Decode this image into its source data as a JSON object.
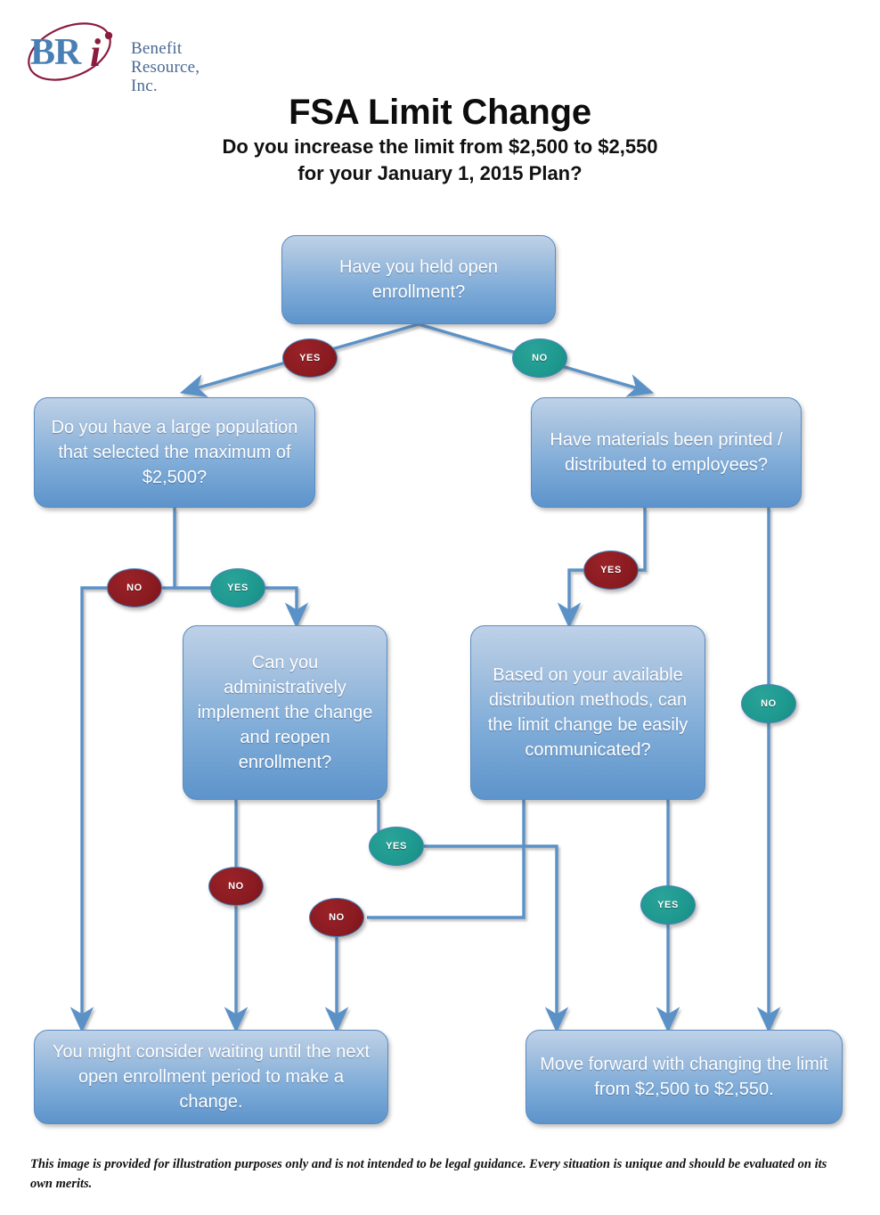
{
  "brand": {
    "logo_mark": "BRi",
    "logo_name": "Benefit Resource, Inc.",
    "logo_line1": "Benefit",
    "logo_line2": "Resource,",
    "logo_line3": "Inc.",
    "mark_br": "BR",
    "mark_i": "i",
    "color_blue": "#4a7fb5",
    "color_maroon": "#8b1c3f"
  },
  "header": {
    "title": "FSA Limit Change",
    "subtitle_line1": "Do you increase the limit from $2,500 to $2,550",
    "subtitle_line2": "for your January 1, 2015 Plan?"
  },
  "theme": {
    "box_fill_top": "#bed1e8",
    "box_fill_bottom": "#5d94cb",
    "box_border": "#5a8cc0",
    "connector": "#5a92c8",
    "badge_yes_red": "#8b1c22",
    "badge_no_teal": "#1f9a90",
    "text_on_box": "#ffffff"
  },
  "flow": {
    "nodes": [
      {
        "id": "q1",
        "type": "decision",
        "text": "Have you held open enrollment?"
      },
      {
        "id": "q2",
        "type": "decision",
        "text": "Do you have a large population that selected the maximum of $2,500?"
      },
      {
        "id": "q3",
        "type": "decision",
        "text": "Have materials been printed / distributed to employees?"
      },
      {
        "id": "q4",
        "type": "decision",
        "text": "Can you administratively implement the change and reopen enrollment?"
      },
      {
        "id": "q5",
        "type": "decision",
        "text": "Based on your available distribution methods, can the limit change be easily communicated?"
      },
      {
        "id": "end_wait",
        "type": "terminal",
        "text": "You might consider waiting until the next open enrollment period to make a change."
      },
      {
        "id": "end_move",
        "type": "terminal",
        "text": "Move forward with changing the limit from $2,500 to $2,550."
      }
    ],
    "badges": [
      {
        "id": "b1",
        "label": "YES",
        "color": "red",
        "from": "q1",
        "to": "q2"
      },
      {
        "id": "b2",
        "label": "NO",
        "color": "teal",
        "from": "q1",
        "to": "q3"
      },
      {
        "id": "b3",
        "label": "NO",
        "color": "red",
        "from": "q2",
        "to": "end_wait"
      },
      {
        "id": "b4",
        "label": "YES",
        "color": "teal",
        "from": "q2",
        "to": "q4"
      },
      {
        "id": "b5",
        "label": "YES",
        "color": "red",
        "from": "q3",
        "to": "q5"
      },
      {
        "id": "b6",
        "label": "NO",
        "color": "teal",
        "from": "q3",
        "to": "end_move"
      },
      {
        "id": "b7",
        "label": "NO",
        "color": "red",
        "from": "q4",
        "to": "end_wait"
      },
      {
        "id": "b8",
        "label": "YES",
        "color": "teal",
        "from": "q4",
        "to": "end_move"
      },
      {
        "id": "b9",
        "label": "NO",
        "color": "red",
        "from": "q5",
        "to": "end_wait"
      },
      {
        "id": "b10",
        "label": "YES",
        "color": "teal",
        "from": "q5",
        "to": "end_move"
      }
    ]
  },
  "footer": {
    "disclaimer": "This image is provided for illustration purposes only and is not intended to be legal guidance. Every situation is unique and should be evaluated on its own merits."
  }
}
